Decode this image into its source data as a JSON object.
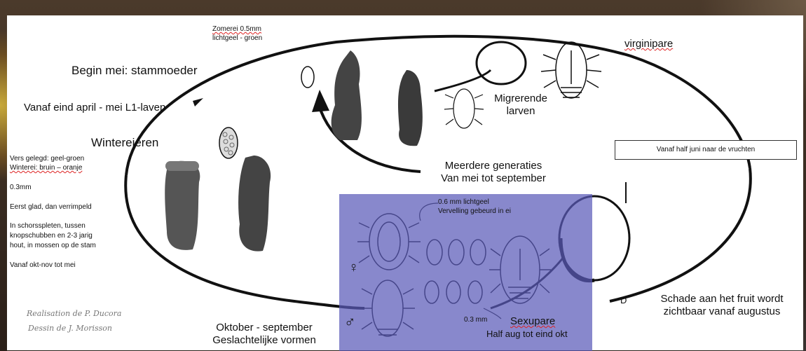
{
  "labels": {
    "zomerei_title": "Zomerei 0.5mm",
    "zomerei_color": "lichtgeel - groen",
    "virginipare": "virginipare",
    "begin_mei": "Begin mei: stammoeder",
    "vanaf_eind_april": "Vanaf eind april - mei L1-laven",
    "migrerende_1": "Migrerende",
    "migrerende_2": "larven",
    "wintereieren": "Wintereieren",
    "vers_gelegd": "Vers gelegd: geel-groen",
    "winterei": "Winterei: bruin – oranje",
    "size_03": "0.3mm",
    "eerst_glad": "Eerst glad, dan verrimpeld",
    "schors_1": "In schorsspleten, tussen",
    "schors_2": "knopschubben en 2-3 jarig",
    "schors_3": "hout, in mossen op de stam",
    "vanaf_okt": "Vanaf okt-nov tot mei",
    "vanaf_half_juni": "Vanaf half juni naar de vruchten",
    "meerdere_1": "Meerdere generaties",
    "meerdere_2": "Van mei tot september",
    "lichtgeel_06": "0.6 mm lichtgeel",
    "vervelling": "Vervelling gebeurd in ei",
    "size_03_b": "0.3 mm",
    "sexupare": "Sexupare",
    "half_aug": "Half aug tot eind okt",
    "schade_1": "Schade aan het fruit wordt",
    "schade_2": "zichtbaar vanaf augustus",
    "oktober_1": "Oktober - september",
    "oktober_2": "Geslachtelijke vormen",
    "female_symbol": "♀",
    "male_symbol": "♂",
    "d_mark": "D",
    "sig_1": "Realisation de P. Ducora",
    "sig_2": "Dessin de J. Morisson"
  },
  "colors": {
    "overlay": "#5a5ab9",
    "ink": "#111111",
    "underline": "#dd2222"
  }
}
